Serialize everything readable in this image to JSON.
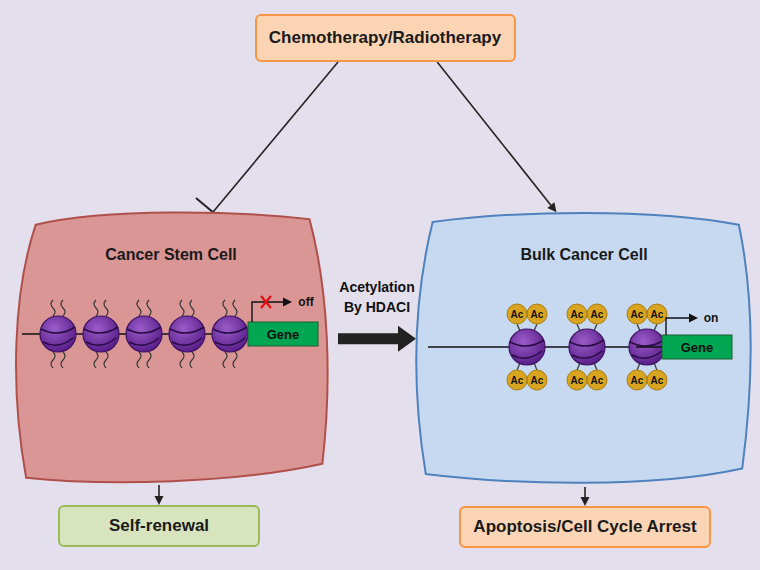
{
  "diagram": {
    "nodes": [
      {
        "text": [
          "Chemotherapy/Radiotherapy"
        ]
      },
      {
        "text": [
          "Cancer Stem Cell"
        ]
      },
      {
        "text": [
          "Bulk Cancer Cell"
        ]
      },
      {
        "text": [
          "Self-renewal"
        ]
      },
      {
        "text": [
          "Apoptosis/Cell Cycle Arrest"
        ]
      }
    ],
    "edges": [
      {
        "from": 0,
        "to": 1,
        "arrow": "to"
      },
      {
        "from": 0,
        "to": 2,
        "arrow": "to"
      },
      {
        "from": 1,
        "to": 2,
        "label": "Acetylation By HDACI",
        "arrow": "to"
      },
      {
        "from": 1,
        "to": 3,
        "arrow": "to"
      },
      {
        "from": 2,
        "to": 4,
        "arrow": "to"
      }
    ],
    "labels": [
      "off",
      "Gene",
      "on",
      "Gene",
      "Ac",
      "Ac",
      "Ac",
      "Ac",
      "Ac",
      "Ac",
      "Ac",
      "Ac",
      "Ac",
      "Ac",
      "Ac",
      "Ac"
    ]
  }
}
